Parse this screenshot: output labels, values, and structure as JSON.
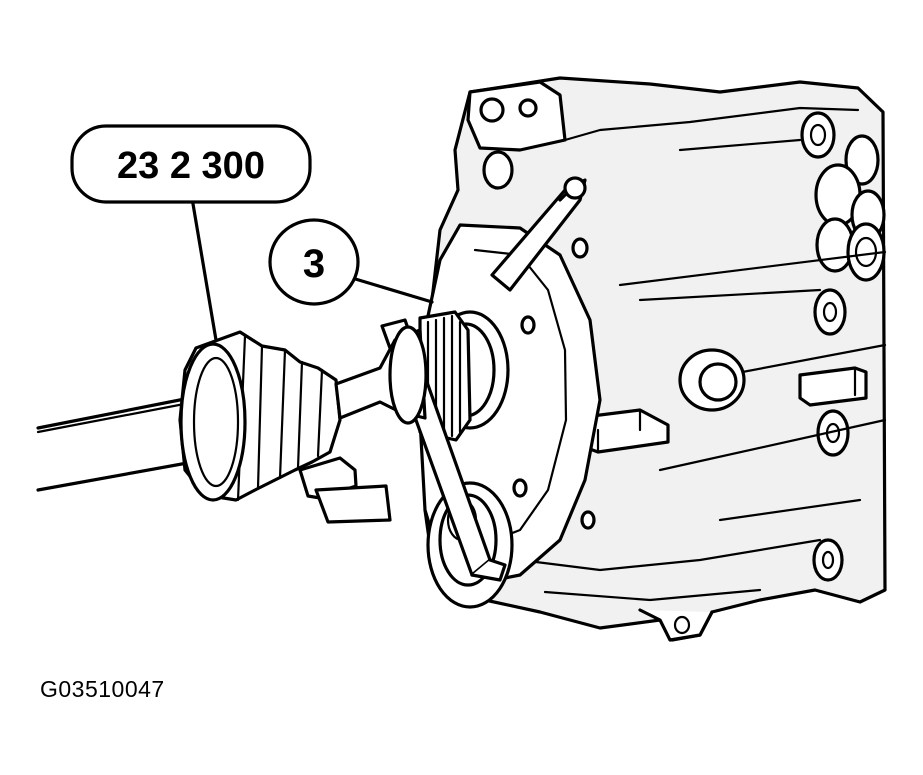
{
  "callouts": {
    "tool_number": "23 2 300",
    "part_number": "3"
  },
  "figure_id": "G03510047",
  "colors": {
    "line": "#000000",
    "background": "#ffffff",
    "shade": "#f1f1f1"
  }
}
